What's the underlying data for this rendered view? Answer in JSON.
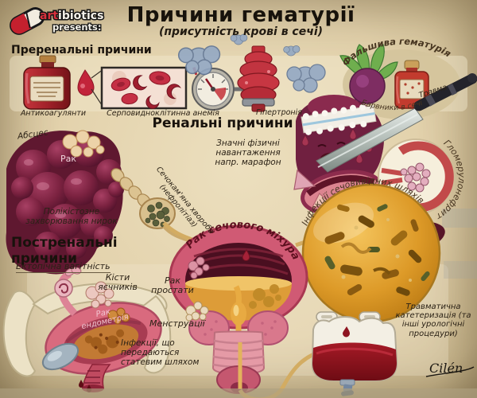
{
  "logo": {
    "brand_red": "art",
    "brand_rest": "ibiotics",
    "presents": "presents:",
    "icon": "pill-icon"
  },
  "title": {
    "main": "Причини гематурії",
    "subtitle": "(присутність крові в сечі)"
  },
  "sections": {
    "prerenal": {
      "heading": "Преренальні причини",
      "items": {
        "anticoagulants": "Антикоагулянти",
        "sickle_cell": "Серповидноклітинна анемія",
        "hypertension": "Гіпертронія",
        "false_hematuria": "Фальшива гематурія",
        "dyes_in_urine": "Барвники в сечі",
        "trauma": "Травма"
      }
    },
    "renal": {
      "heading": "Ренальні причини",
      "items": {
        "abscess": "Абсцес",
        "kidney_cancer": "Рак",
        "polycystic": "Полікістозне захворювання нирок",
        "exercise": "Значні фізичні навантаження напр. марафон",
        "kidney_stones_line1": "Сечокам'яна хвороба",
        "kidney_stones_line2": "(нефролітіаз)",
        "glomerulonephritis": "Гломерулонефрит"
      }
    },
    "postrenal": {
      "heading": "Постренальні причини",
      "items": {
        "ectopic_pregnancy": "Ектопічна вагітність",
        "ovarian_cysts": "Кісти яєчників",
        "endometrial_cancer": "Рак ендометрія",
        "prostate_cancer": "Рак простати",
        "menstruation": "Менструації",
        "bladder_cancer": "Рак сечового міхура",
        "uti": "Інфекції сечовивідних шляхів",
        "sti": "Інфекції, що передаються статевим шляхом",
        "catheterization": "Травматична катетеризація (та інші урологічні процедури)"
      }
    }
  },
  "signature": "Cilén",
  "colors": {
    "parchment": "#e3d2ac",
    "kidney_maroon": "#7b2240",
    "bladder_pink": "#cf5a72",
    "urine_orange": "#e2a23e",
    "blood_red": "#8e1420",
    "steam_blue": "#93a8c4",
    "accent_red": "#c4202e"
  }
}
